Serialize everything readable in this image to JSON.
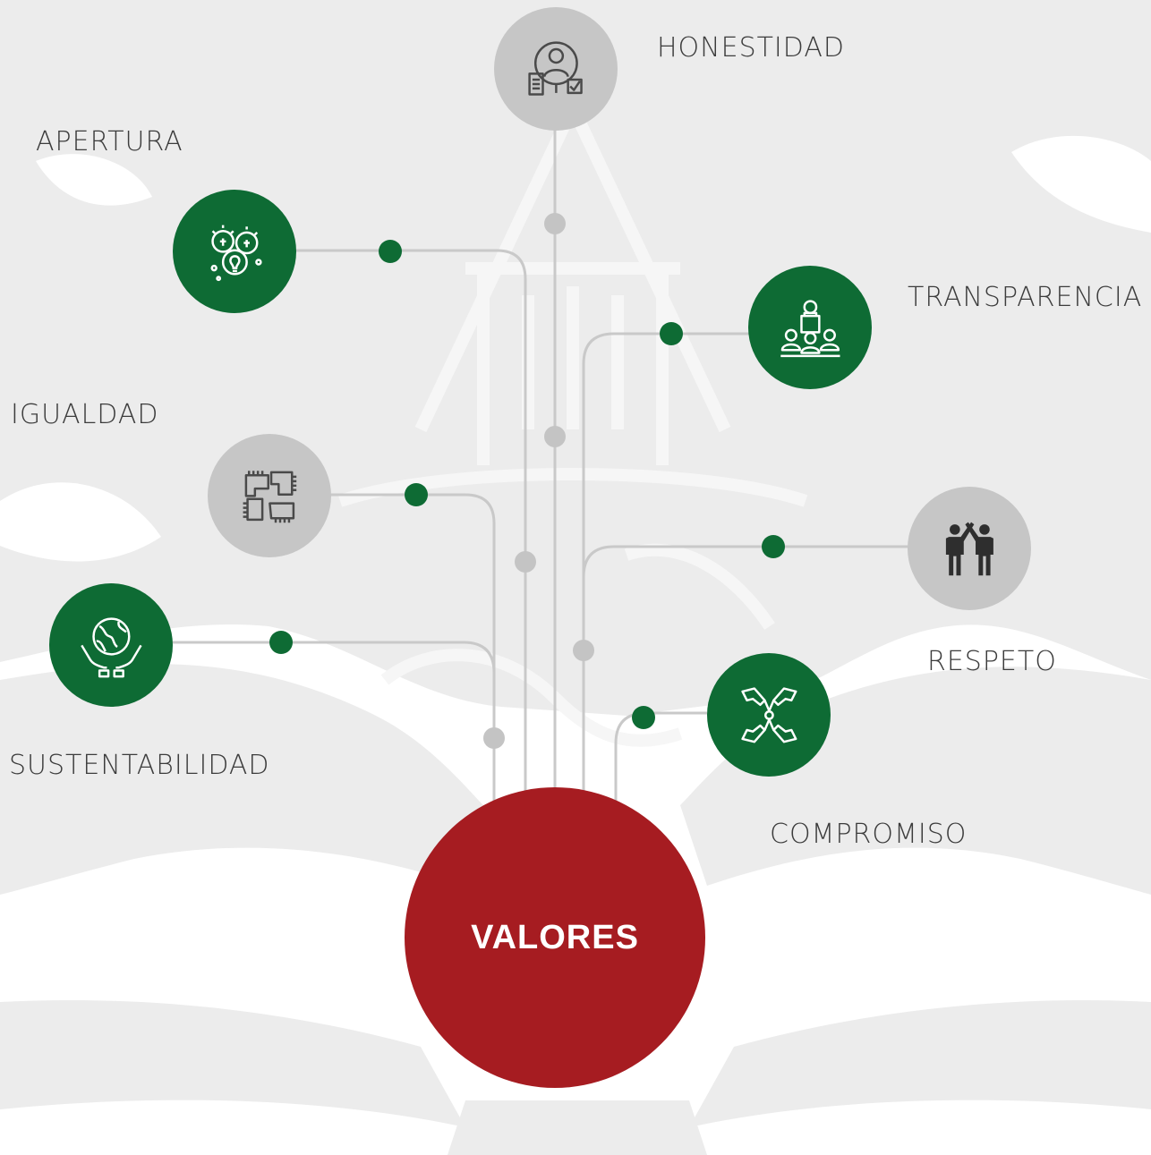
{
  "title": "VALORES",
  "colors": {
    "green": "#0e6b34",
    "gray": "#c6c6c6",
    "red": "#a61c21",
    "wire": "#c9c9c9",
    "background_art": "#ececec",
    "icon_dark": "#4a4a4a"
  },
  "values": [
    {
      "id": "honestidad",
      "label": "HONESTIDAD",
      "style": "gray",
      "icon": "person-document-check-icon"
    },
    {
      "id": "apertura",
      "label": "APERTURA",
      "style": "green",
      "icon": "lightbulb-ideas-icon"
    },
    {
      "id": "transparencia",
      "label": "TRANSPARENCIA",
      "style": "green",
      "icon": "speaker-audience-icon"
    },
    {
      "id": "igualdad",
      "label": "IGUALDAD",
      "style": "gray",
      "icon": "joined-hands-icon"
    },
    {
      "id": "respeto",
      "label": "RESPETO",
      "style": "gray",
      "icon": "high-five-icon"
    },
    {
      "id": "sustentabilidad",
      "label": "SUSTENTABILIDAD",
      "style": "green",
      "icon": "globe-in-hands-icon"
    },
    {
      "id": "compromiso",
      "label": "COMPROMISO",
      "style": "green",
      "icon": "hands-together-icon"
    }
  ]
}
